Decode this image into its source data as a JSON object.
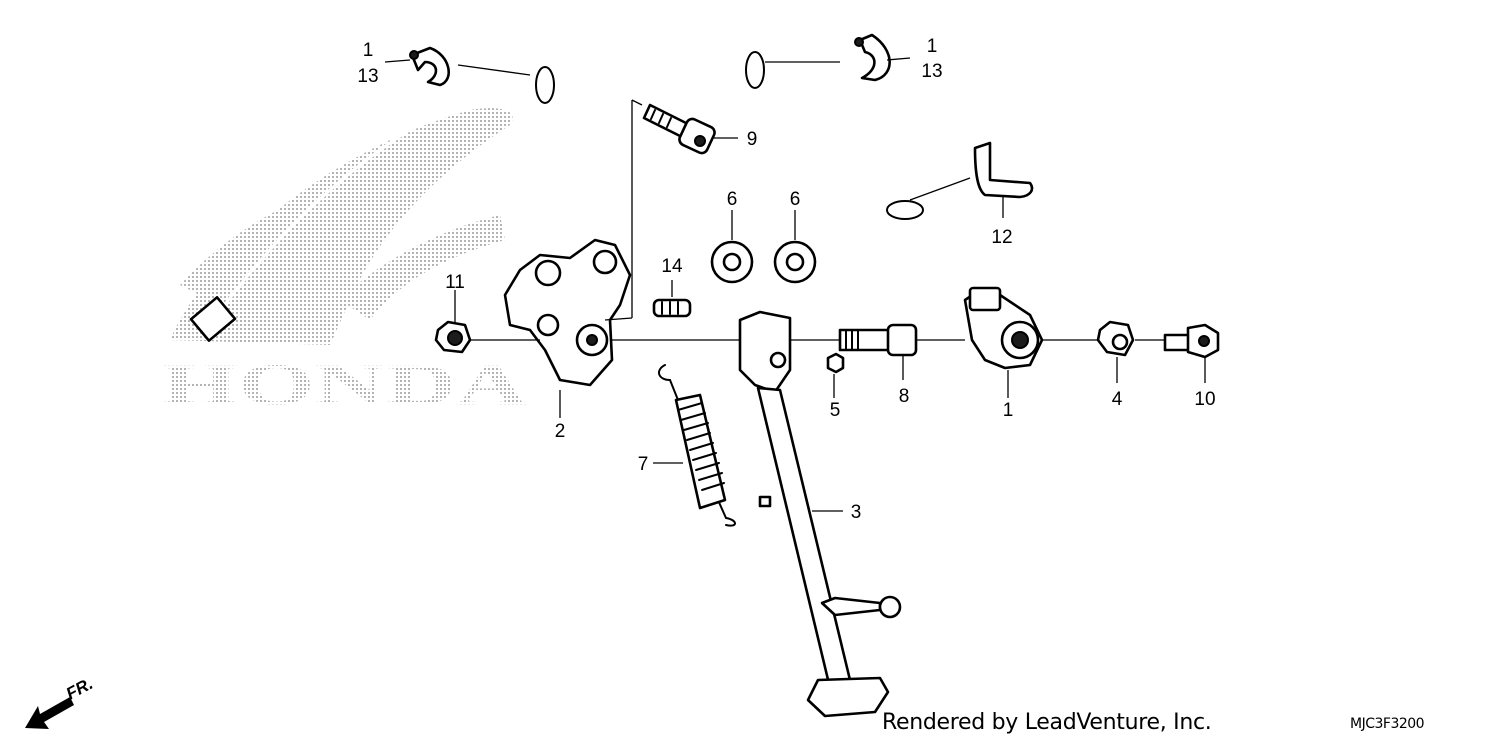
{
  "watermark": {
    "brand_text": "HONDA"
  },
  "callouts": {
    "p1a": "1",
    "p13a": "13",
    "p1b": "1",
    "p13b": "13",
    "p9": "9",
    "p6a": "6",
    "p6b": "6",
    "p12": "12",
    "p14": "14",
    "p11": "11",
    "p2": "2",
    "p5": "5",
    "p8": "8",
    "p1c": "1",
    "p4": "4",
    "p10": "10",
    "p7": "7",
    "p3": "3"
  },
  "direction_indicator": {
    "label": "FR."
  },
  "footer": {
    "credit": "Rendered by LeadVenture, Inc.",
    "diagram_code": "MJC3F3200"
  }
}
